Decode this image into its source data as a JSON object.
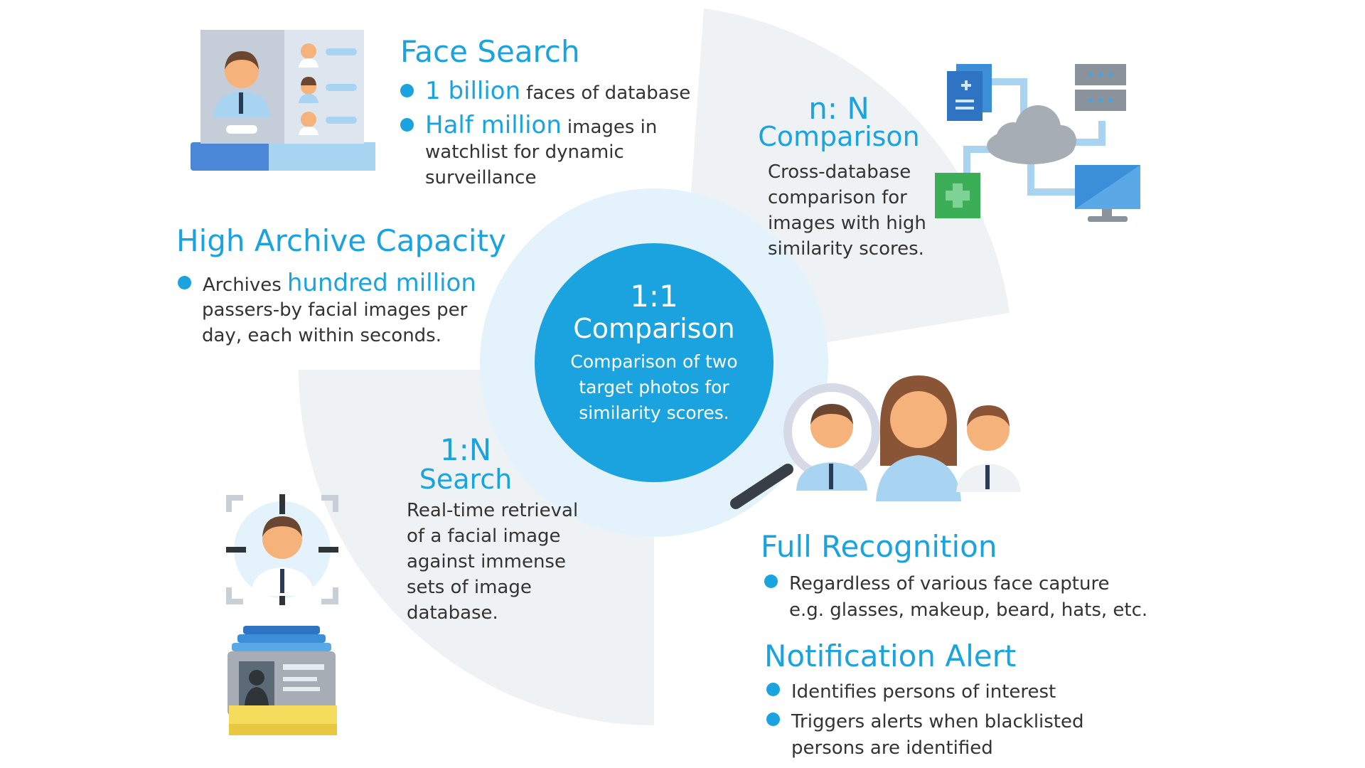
{
  "colors": {
    "accent": "#1aa3de",
    "text": "#333333",
    "sector": "#eef2f4",
    "ring": "#e4f3fb",
    "center": "#1aa3de"
  },
  "face_search": {
    "title": "Face Search",
    "bullets": [
      {
        "highlight": "1 billion",
        "text": "faces of database"
      },
      {
        "highlight": "Half million",
        "text": "images in",
        "lines": [
          "watchlist for dynamic",
          "surveillance"
        ]
      }
    ]
  },
  "archive": {
    "title": "High Archive Capacity",
    "bullet_prefix": "Archives",
    "bullet_highlight": "hundred million",
    "lines": [
      "passers-by facial images per",
      "day, each within seconds."
    ]
  },
  "center": {
    "title_line1": "1:1",
    "title_line2": "Comparison",
    "lines": [
      "Comparison of two",
      "target photos for",
      "similarity scores."
    ]
  },
  "nN": {
    "title_line1": "n: N",
    "title_line2": "Comparison",
    "lines": [
      "Cross-database",
      "comparison for",
      "images with high",
      "similarity scores."
    ]
  },
  "oneN": {
    "title_line1": "1:N",
    "title_line2": "Search",
    "lines": [
      "Real-time retrieval",
      "of a facial image",
      "against immense",
      "sets of image",
      "database."
    ]
  },
  "full_recognition": {
    "title": "Full Recognition",
    "bullet_lines": [
      "Regardless of various face capture",
      "e.g. glasses, makeup, beard, hats, etc."
    ]
  },
  "notification": {
    "title": "Notification Alert",
    "bullets": [
      {
        "lines": [
          "Identifies persons of interest"
        ]
      },
      {
        "lines": [
          "Triggers alerts when blacklisted",
          "persons are identified"
        ]
      }
    ]
  },
  "icons": [
    "face-search-card-icon",
    "cloud-network-icon",
    "people-magnifier-icon",
    "face-target-icon",
    "id-card-stack-icon"
  ]
}
